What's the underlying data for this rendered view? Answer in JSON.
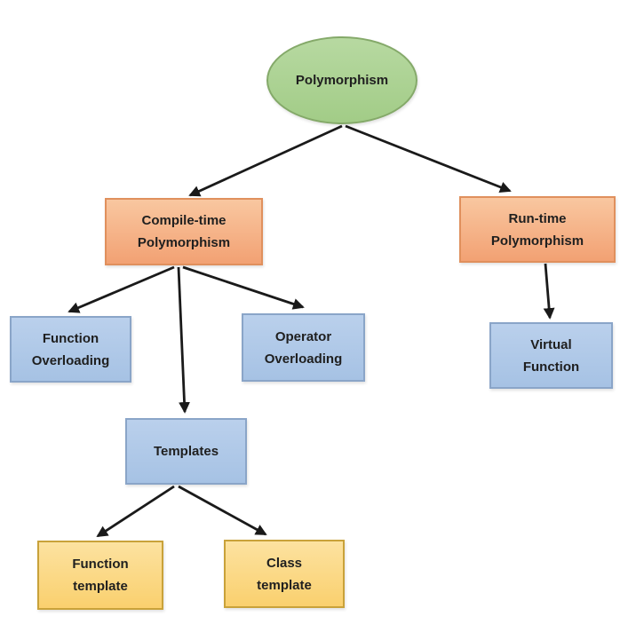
{
  "diagram": {
    "title": "Polymorphism types diagram",
    "background": "#ffffff",
    "arrow_color": "#1a1a1a",
    "text_color": "#1f1f1f",
    "nodes": {
      "polymorphism": {
        "label": "Polymorphism",
        "shape": "ellipse",
        "fill_top": "#b7d9a1",
        "fill_bottom": "#a2cc87",
        "border": "#84a969"
      },
      "compile_time": {
        "label": "Compile-time\nPolymorphism",
        "shape": "rect",
        "fill_top": "#f9c7a0",
        "fill_bottom": "#f2a173",
        "border": "#e0905d"
      },
      "run_time": {
        "label": "Run-time\nPolymorphism",
        "shape": "rect",
        "fill_top": "#f9c7a0",
        "fill_bottom": "#f2a173",
        "border": "#e0905d"
      },
      "function_overloading": {
        "label": "Function\nOverloading",
        "shape": "rect",
        "fill_top": "#bad0ec",
        "fill_bottom": "#a6c2e4",
        "border": "#8aa5c8"
      },
      "operator_overloading": {
        "label": "Operator\nOverloading",
        "shape": "rect",
        "fill_top": "#bad0ec",
        "fill_bottom": "#a6c2e4",
        "border": "#8aa5c8"
      },
      "virtual_function": {
        "label": "Virtual\nFunction",
        "shape": "rect",
        "fill_top": "#bad0ec",
        "fill_bottom": "#a6c2e4",
        "border": "#8aa5c8"
      },
      "templates": {
        "label": "Templates",
        "shape": "rect",
        "fill_top": "#bad0ec",
        "fill_bottom": "#a6c2e4",
        "border": "#8aa5c8"
      },
      "function_template": {
        "label": "Function\ntemplate",
        "shape": "rect",
        "fill_top": "#fce2a0",
        "fill_bottom": "#fad06e",
        "border": "#c9a23a"
      },
      "class_template": {
        "label": "Class\ntemplate",
        "shape": "rect",
        "fill_top": "#fce2a0",
        "fill_bottom": "#fad06e",
        "border": "#c9a23a"
      }
    },
    "edges": [
      {
        "from": "polymorphism",
        "to": "compile_time"
      },
      {
        "from": "polymorphism",
        "to": "run_time"
      },
      {
        "from": "compile_time",
        "to": "function_overloading"
      },
      {
        "from": "compile_time",
        "to": "templates"
      },
      {
        "from": "compile_time",
        "to": "operator_overloading"
      },
      {
        "from": "run_time",
        "to": "virtual_function"
      },
      {
        "from": "templates",
        "to": "function_template"
      },
      {
        "from": "templates",
        "to": "class_template"
      }
    ]
  }
}
